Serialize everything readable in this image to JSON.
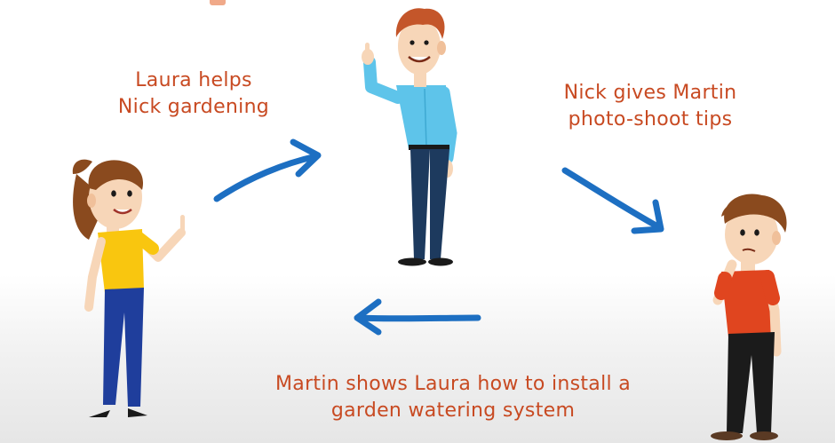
{
  "people": [
    {
      "name": "Laura",
      "shirt_color": "#f9c60f",
      "pants_color": "#1f3e9c"
    },
    {
      "name": "Nick",
      "shirt_color": "#5ec4ea",
      "pants_color": "#1d3a5e"
    },
    {
      "name": "Martin",
      "shirt_color": "#e0451f",
      "pants_color": "#1b1b1b"
    }
  ],
  "captions": {
    "laura_to_nick": {
      "line1": "Laura helps",
      "line2": "Nick gardening"
    },
    "nick_to_martin": {
      "line1": "Nick gives Martin",
      "line2": "photo-shoot tips"
    },
    "martin_to_laura": {
      "line1": "Martin shows Laura how to install a",
      "line2": "garden watering system"
    }
  },
  "colors": {
    "caption_text": "#c84a22",
    "arrow": "#1d6fc2",
    "skin": "#f7d6b8",
    "hair_brown": "#8a4a1e",
    "hair_red": "#c4562a",
    "background_gradient_bottom": "#e6e6e6"
  },
  "arrows": [
    {
      "from": "Laura",
      "to": "Nick",
      "direction": "up-right"
    },
    {
      "from": "Nick",
      "to": "Martin",
      "direction": "down-right"
    },
    {
      "from": "Martin",
      "to": "Laura",
      "direction": "left"
    }
  ]
}
